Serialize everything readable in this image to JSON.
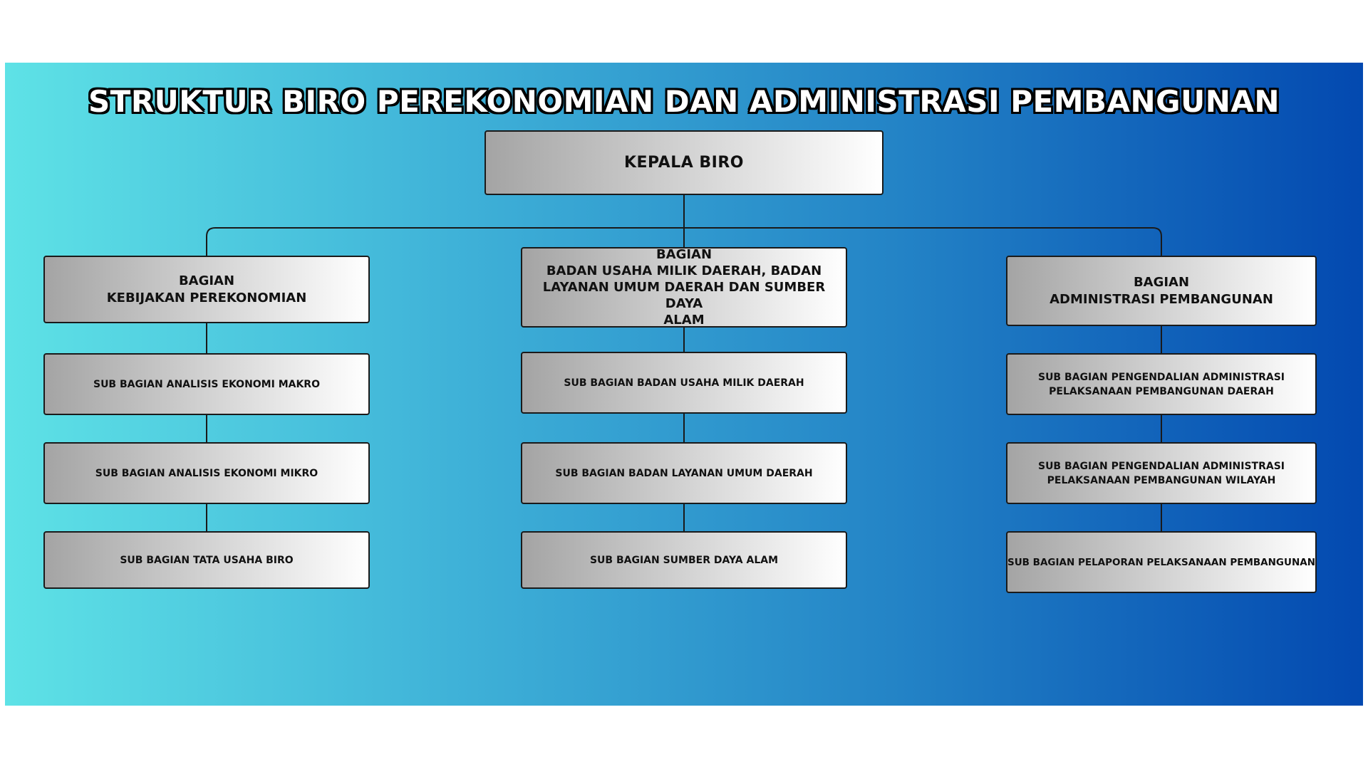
{
  "title": "STRUKTUR BIRO PEREKONOMIAN DAN ADMINISTRASI PEMBANGUNAN",
  "head": {
    "label": "KEPALA BIRO"
  },
  "bagian": [
    {
      "lines": [
        "BAGIAN",
        "KEBIJAKAN PEREKONOMIAN"
      ],
      "subs": [
        {
          "lines": [
            "SUB BAGIAN ANALISIS EKONOMI MAKRO"
          ]
        },
        {
          "lines": [
            "SUB BAGIAN ANALISIS EKONOMI MIKRO"
          ]
        },
        {
          "lines": [
            "SUB BAGIAN TATA USAHA BIRO"
          ]
        }
      ]
    },
    {
      "lines": [
        "BAGIAN",
        "BADAN USAHA MILIK DAERAH, BADAN",
        "LAYANAN UMUM DAERAH DAN SUMBER DAYA",
        "ALAM"
      ],
      "subs": [
        {
          "lines": [
            "SUB BAGIAN BADAN USAHA MILIK DAERAH"
          ]
        },
        {
          "lines": [
            "SUB BAGIAN BADAN LAYANAN UMUM DAERAH"
          ]
        },
        {
          "lines": [
            "SUB BAGIAN SUMBER DAYA ALAM"
          ]
        }
      ]
    },
    {
      "lines": [
        "BAGIAN",
        "ADMINISTRASI PEMBANGUNAN"
      ],
      "subs": [
        {
          "lines": [
            "SUB BAGIAN PENGENDALIAN ADMINISTRASI",
            "PELAKSANAAN PEMBANGUNAN DAERAH"
          ]
        },
        {
          "lines": [
            "SUB BAGIAN PENGENDALIAN ADMINISTRASI",
            "PELAKSANAAN PEMBANGUNAN WILAYAH"
          ]
        },
        {
          "lines": [
            "SUB BAGIAN PELAPORAN PELAKSANAAN PEMBANGUNAN"
          ]
        }
      ]
    }
  ],
  "colors": {
    "gradient_start": "#5ee2e6",
    "gradient_end": "#0349b0",
    "box_gradient_start": "#a4a4a4",
    "box_gradient_end": "#ffffff",
    "connector": "#1a1a1a",
    "title_text": "#ffffff",
    "title_outline": "#000000"
  }
}
